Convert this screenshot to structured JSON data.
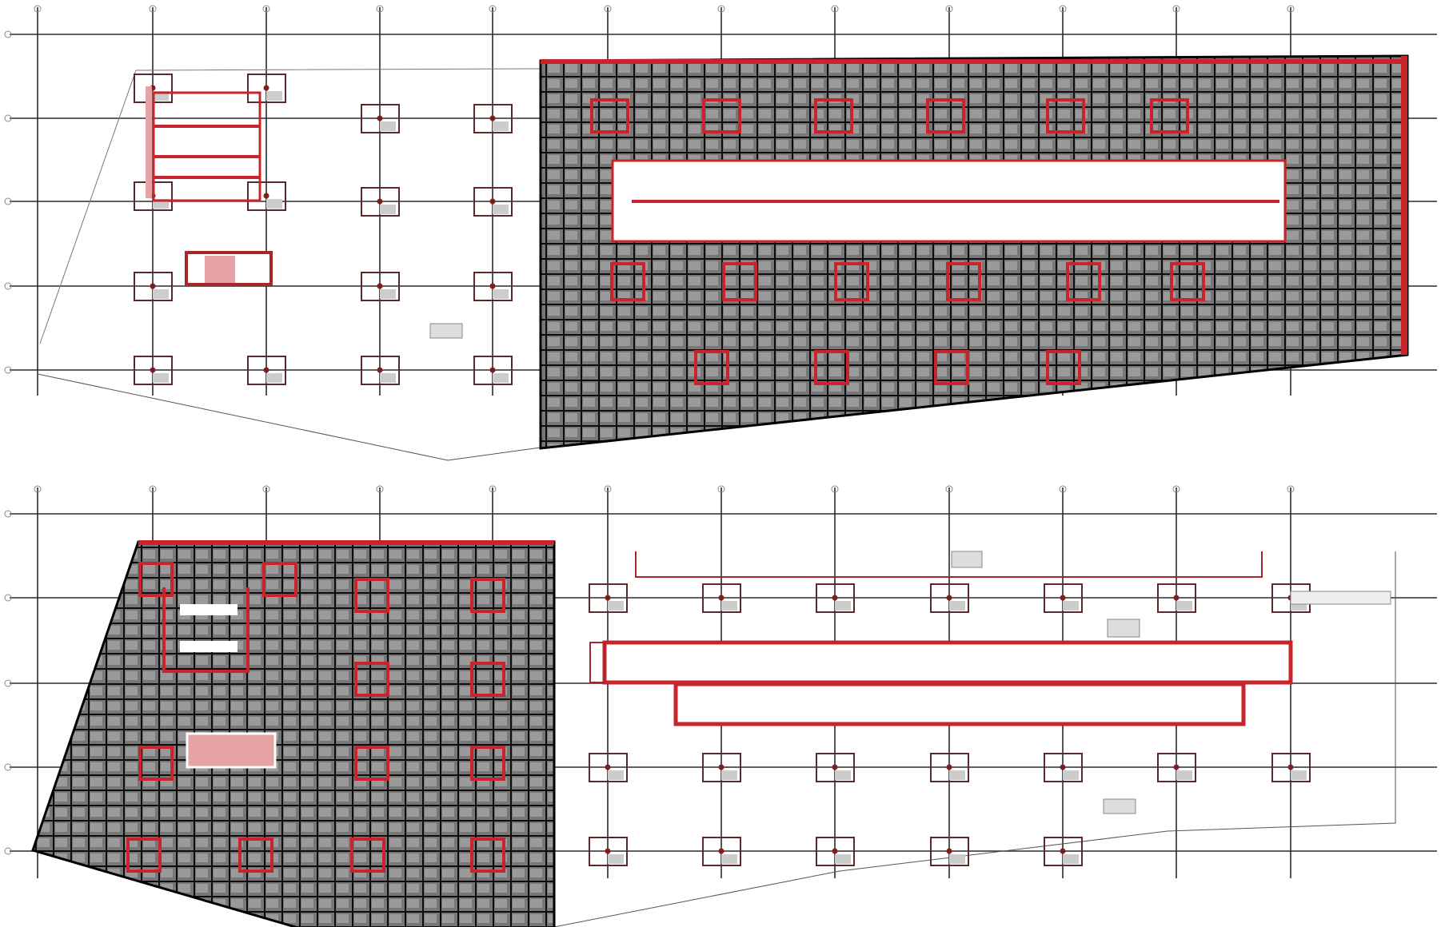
{
  "drawing": {
    "type": "architectural-floor-plans",
    "panels": 2,
    "grid_columns": 12,
    "grid_rows": 5
  },
  "colors": {
    "grid_line": "#2a2a2a",
    "structure_red": "#c8242b",
    "pale_red": "#e6a3a6",
    "dense_fill": "#6a6a6a",
    "dense_line": "#111111",
    "column_box": "#5a2a2a",
    "background": "#ffffff"
  }
}
